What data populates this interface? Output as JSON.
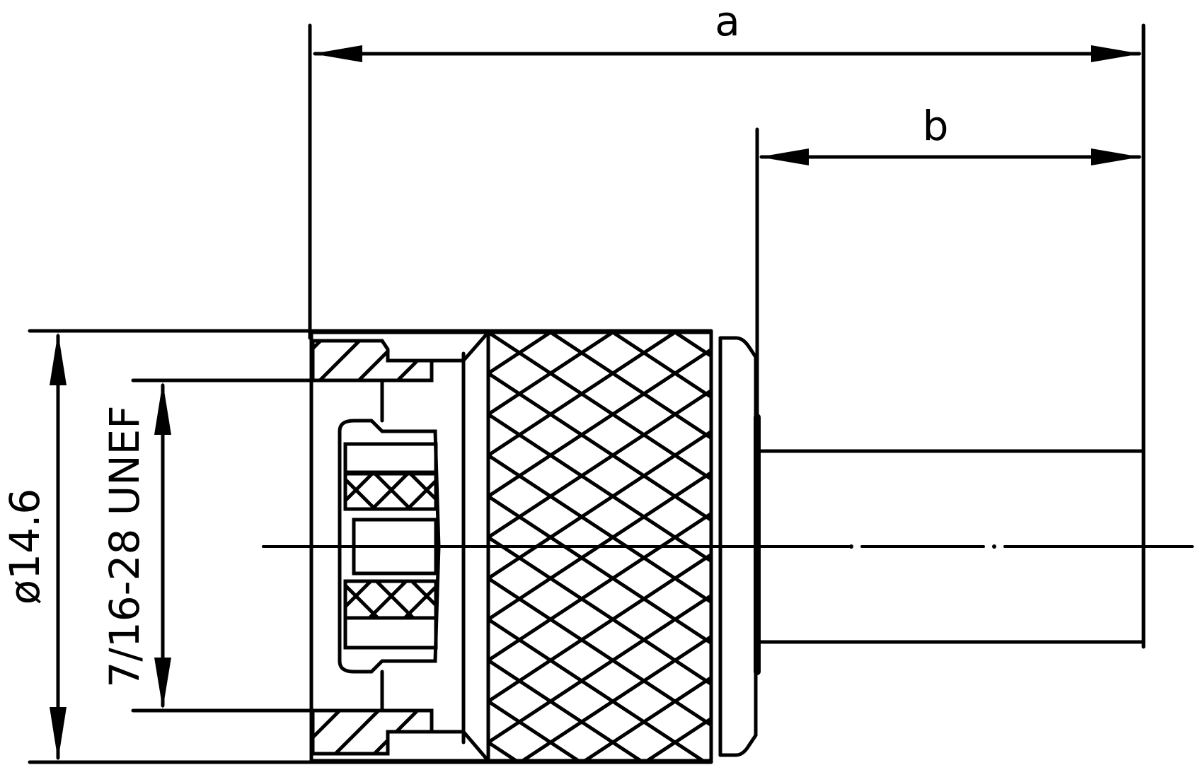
{
  "drawing": {
    "type": "connector dimension drawing",
    "line_color": "#000000",
    "background": "#ffffff"
  },
  "dimensions": {
    "a": {
      "label": "a"
    },
    "b": {
      "label": "b"
    },
    "outer_diameter": {
      "label": "ø14.6"
    },
    "thread": {
      "label": "7/16-28 UNEF"
    }
  }
}
